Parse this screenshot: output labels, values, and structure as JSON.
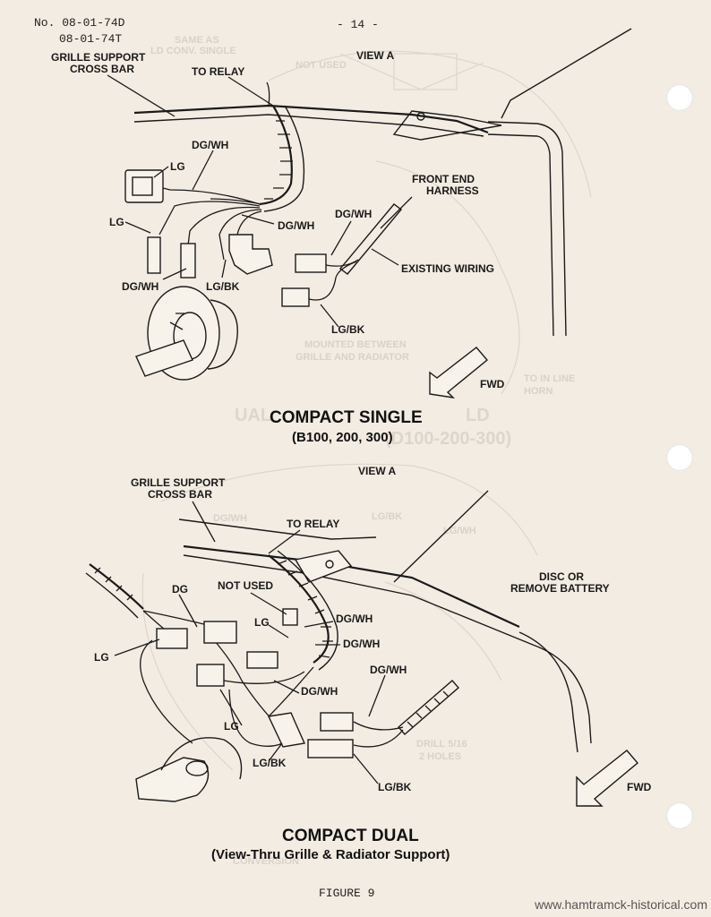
{
  "header": {
    "doc_number_1": "No. 08-01-74D",
    "doc_number_2": "08-01-74T",
    "page_number": "- 14 -"
  },
  "top_diagram": {
    "title": "COMPACT SINGLE",
    "subtitle": "(B100, 200, 300)",
    "labels": {
      "grille_support_1": "GRILLE SUPPORT",
      "grille_support_2": "CROSS BAR",
      "to_relay": "TO RELAY",
      "view_a": "VIEW A",
      "dg_wh_top": "DG/WH",
      "lg_top": "LG",
      "lg_left": "LG",
      "dg_wh_mid": "DG/WH",
      "dg_wh_left": "DG/WH",
      "lg_bk_left": "LG/BK",
      "dg_wh_right": "DG/WH",
      "front_end_1": "FRONT END",
      "front_end_2": "HARNESS",
      "existing_wiring": "EXISTING WIRING",
      "lg_bk_right": "LG/BK",
      "fwd": "FWD"
    }
  },
  "bottom_diagram": {
    "title": "COMPACT DUAL",
    "subtitle": "(View-Thru Grille & Radiator Support)",
    "labels": {
      "view_a": "VIEW A",
      "grille_support_1": "GRILLE SUPPORT",
      "grille_support_2": "CROSS BAR",
      "to_relay": "TO RELAY",
      "disc_or": "DISC OR",
      "remove_battery": "REMOVE BATTERY",
      "dg": "DG",
      "not_used": "NOT USED",
      "lg_mid": "LG",
      "dg_wh_1": "DG/WH",
      "dg_wh_2": "DG/WH",
      "lg_left": "LG",
      "dg_wh_3": "DG/WH",
      "dg_wh_4": "DG/WH",
      "lg_bottom": "LG",
      "lg_bk_1": "LG/BK",
      "lg_bk_2": "LG/BK",
      "fwd": "FWD"
    }
  },
  "figure_caption": "FIGURE 9",
  "watermark": "www.hamtramck-historical.com",
  "show_through": {
    "t1": "SAME AS",
    "t2": "LD CONV. SINGLE",
    "t3": "NOT USED",
    "t4": "MOUNTED BETWEEN",
    "t5": "GRILLE AND RADIATOR",
    "t6": "TO IN LINE",
    "t7": "HORN",
    "t8": "LD",
    "t9": "UAL",
    "t10": "(D100-200-300)",
    "t11": "DRILL 5/16",
    "t12": "2 HOLES",
    "t13": "LG/BK",
    "t14": "LG/WH",
    "t15": "DG/WH",
    "t16": "CONVERSION"
  }
}
